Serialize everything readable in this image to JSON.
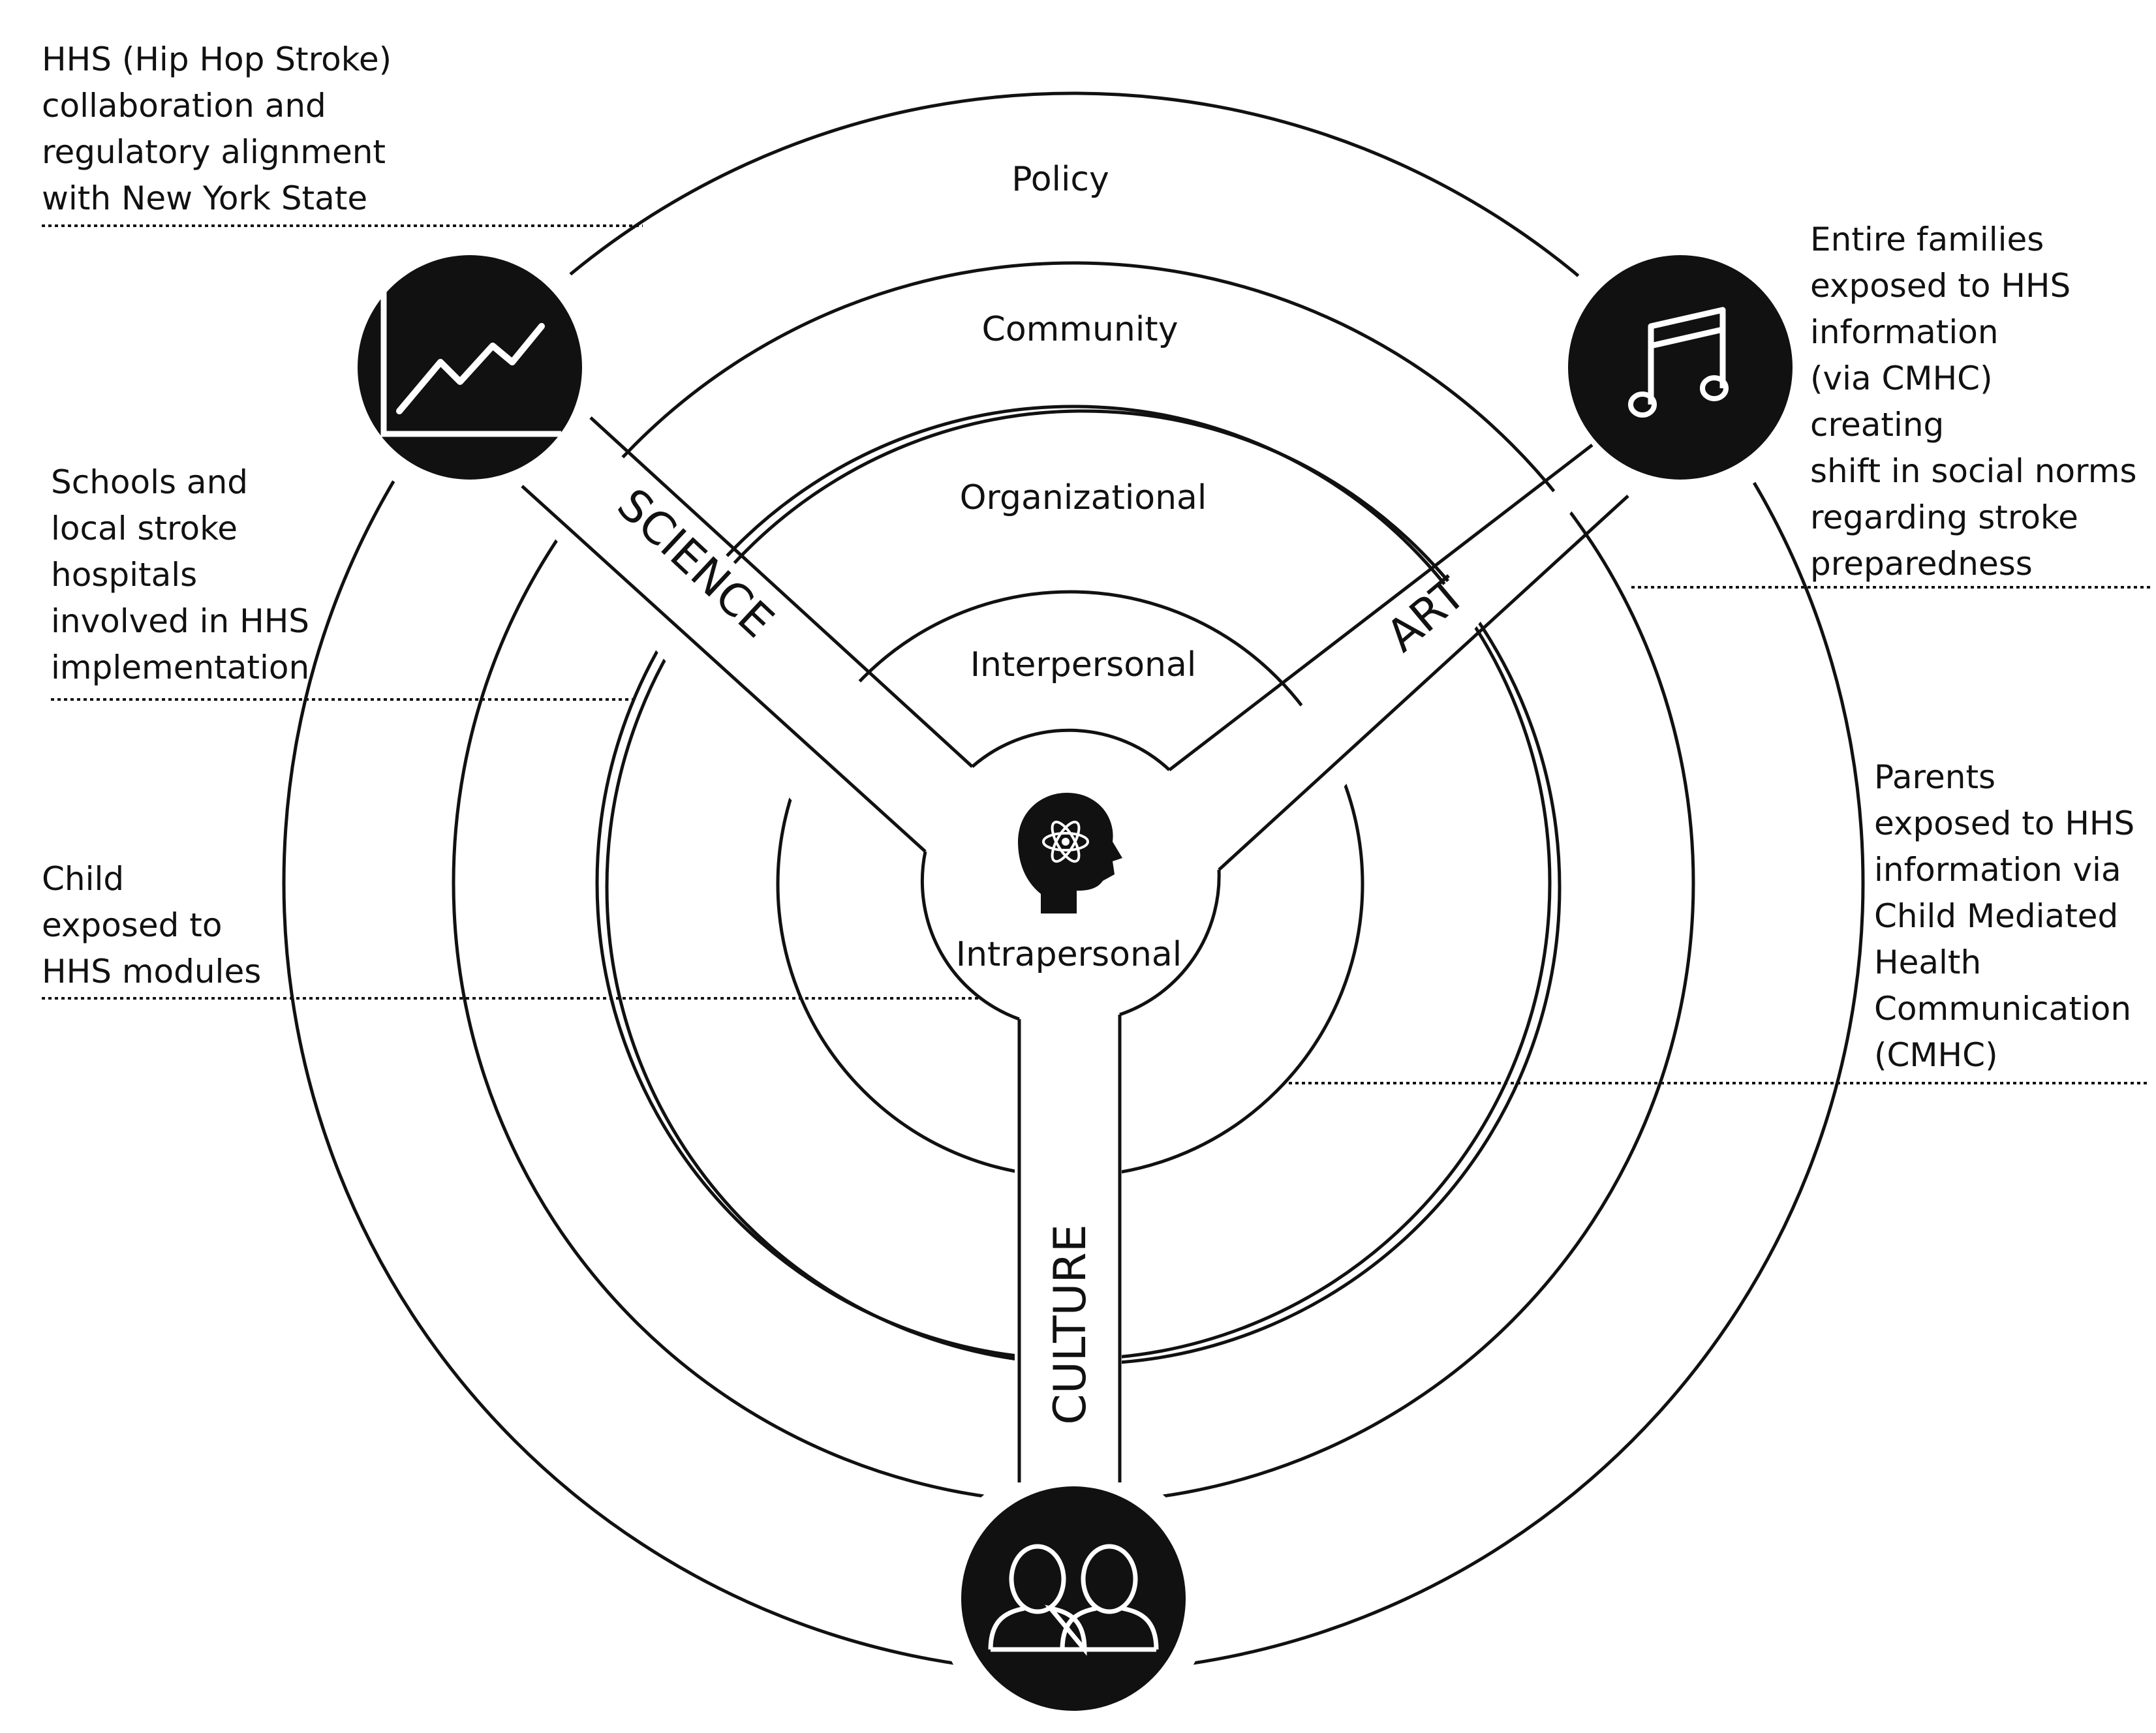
{
  "levels": {
    "policy": "Policy",
    "community": "Community",
    "organizational": "Organizational",
    "interpersonal": "Interpersonal",
    "intrapersonal": "Intrapersonal"
  },
  "pillars": {
    "science": "SCIENCE",
    "art": "ART",
    "culture": "CULTURE"
  },
  "annotations": {
    "policy": [
      "HHS (Hip Hop Stroke)",
      "collaboration and",
      "regulatory alignment",
      "with New York State"
    ],
    "community": [
      "Schools and",
      "local stroke",
      "hospitals",
      "involved in HHS",
      "implementation"
    ],
    "intrapersonal": [
      "Child",
      "exposed to",
      "HHS modules"
    ],
    "organizational": [
      "Entire families",
      "exposed to HHS",
      "information",
      "(via CMHC)",
      "creating",
      "shift in social norms",
      "regarding stroke",
      "preparedness"
    ],
    "interpersonal": [
      "Parents",
      "exposed to HHS",
      "information via",
      "Child Mediated",
      "Health",
      "Communication",
      "(CMHC)"
    ]
  },
  "icons": {
    "science": "trend-chart-icon",
    "art": "music-note-icon",
    "culture": "people-icon",
    "center": "head-atom-icon"
  },
  "colors": {
    "ink": "#111111",
    "background": "#ffffff"
  }
}
